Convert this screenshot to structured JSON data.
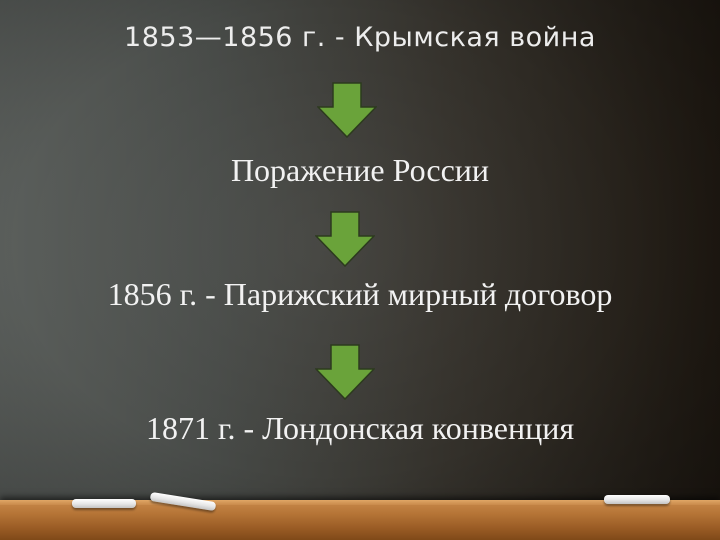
{
  "slide": {
    "title": "1853—1856 г. - Крымская война",
    "steps": [
      "Поражение России",
      "1856 г. - Парижский мирный договор",
      "1871 г. - Лондонская конвенция"
    ]
  },
  "colors": {
    "arrow_fill": "#6aa33a",
    "arrow_stroke": "#2c3a1e",
    "text": "#f2f2f2",
    "ledge": "#b57436",
    "chalk": "#f0f0f0"
  },
  "icons": {
    "arrow": "down-arrow-icon",
    "chalk": "chalk-stick"
  }
}
